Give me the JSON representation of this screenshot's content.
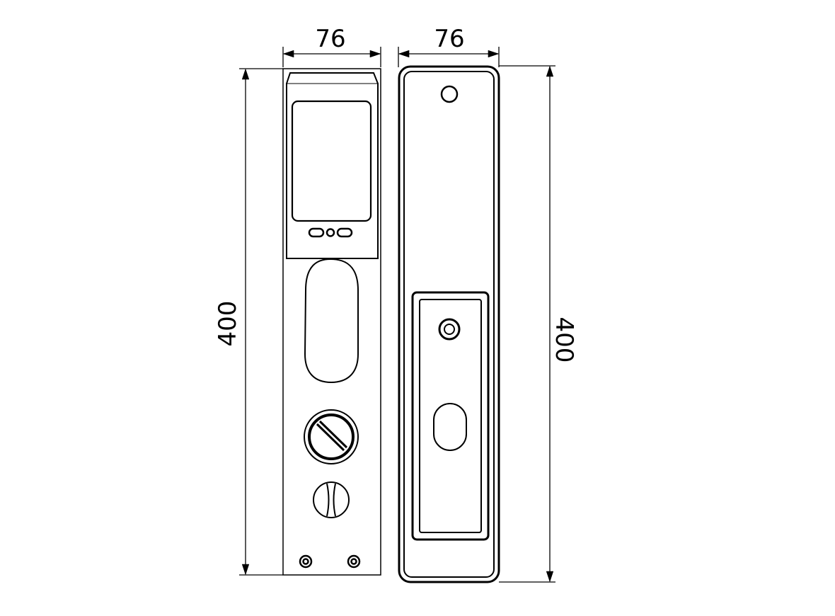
{
  "front_view": {
    "width_label": "76",
    "height_label": "400"
  },
  "back_view": {
    "width_label": "76",
    "height_label": "400"
  },
  "colors": {
    "line": "#000000",
    "background": "#ffffff"
  }
}
